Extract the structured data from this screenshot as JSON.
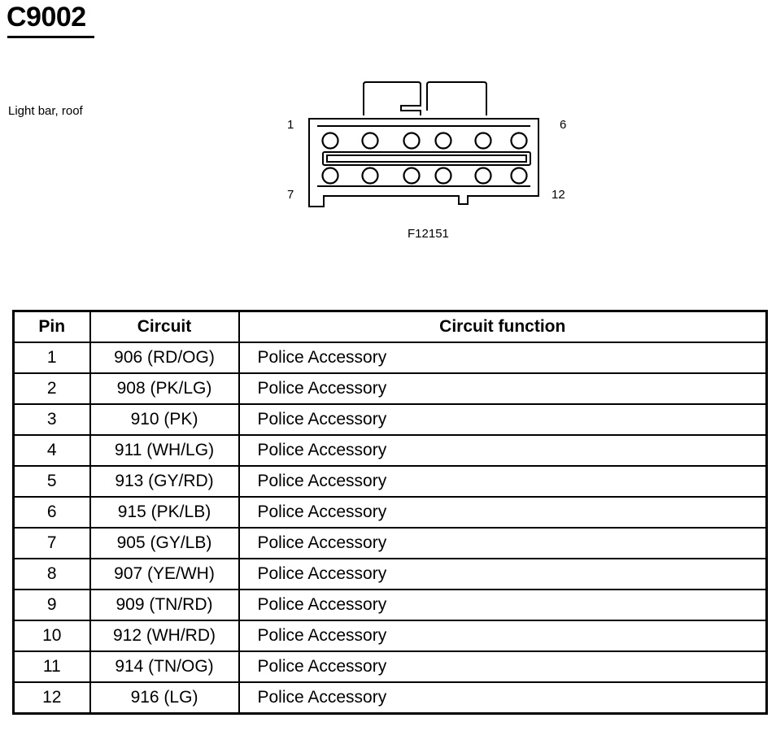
{
  "connector": {
    "id": "C9002",
    "location": "Light bar, roof",
    "figure_id": "F12151",
    "pin_labels": {
      "top_left": "1",
      "top_right": "6",
      "bottom_left": "7",
      "bottom_right": "12"
    }
  },
  "table": {
    "headers": [
      "Pin",
      "Circuit",
      "Circuit function"
    ],
    "rows": [
      {
        "pin": "1",
        "circuit": "906 (RD/OG)",
        "function": "Police Accessory"
      },
      {
        "pin": "2",
        "circuit": "908 (PK/LG)",
        "function": "Police Accessory"
      },
      {
        "pin": "3",
        "circuit": "910 (PK)",
        "function": "Police Accessory"
      },
      {
        "pin": "4",
        "circuit": "911 (WH/LG)",
        "function": "Police Accessory"
      },
      {
        "pin": "5",
        "circuit": "913 (GY/RD)",
        "function": "Police Accessory"
      },
      {
        "pin": "6",
        "circuit": "915 (PK/LB)",
        "function": "Police Accessory"
      },
      {
        "pin": "7",
        "circuit": "905 (GY/LB)",
        "function": "Police Accessory"
      },
      {
        "pin": "8",
        "circuit": "907 (YE/WH)",
        "function": "Police Accessory"
      },
      {
        "pin": "9",
        "circuit": "909 (TN/RD)",
        "function": "Police Accessory"
      },
      {
        "pin": "10",
        "circuit": "912 (WH/RD)",
        "function": "Police Accessory"
      },
      {
        "pin": "11",
        "circuit": "914 (TN/OG)",
        "function": "Police Accessory"
      },
      {
        "pin": "12",
        "circuit": "916 (LG)",
        "function": "Police Accessory"
      }
    ]
  }
}
